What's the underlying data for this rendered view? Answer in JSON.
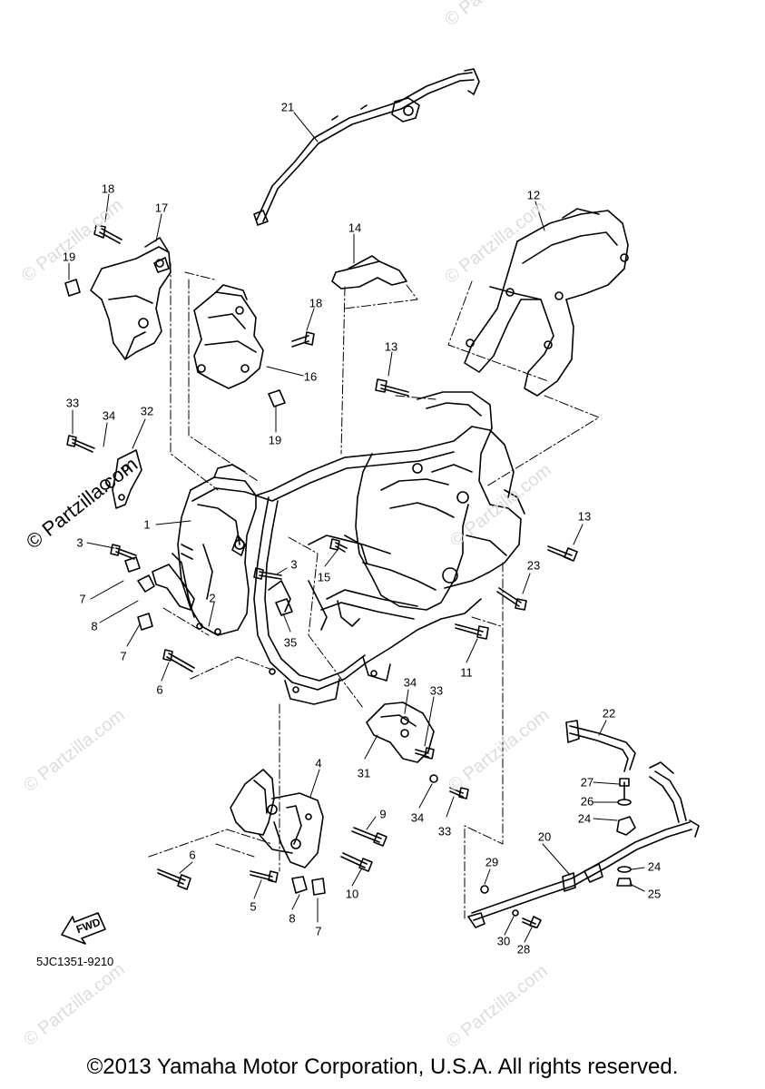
{
  "watermarks": {
    "main": "© Partzilla.com",
    "faint": "© Partzilla.com"
  },
  "callouts": [
    {
      "id": "21",
      "text": "21"
    },
    {
      "id": "18a",
      "text": "18"
    },
    {
      "id": "17",
      "text": "17"
    },
    {
      "id": "19a",
      "text": "19"
    },
    {
      "id": "14",
      "text": "14"
    },
    {
      "id": "12",
      "text": "12"
    },
    {
      "id": "18b",
      "text": "18"
    },
    {
      "id": "16",
      "text": "16"
    },
    {
      "id": "19b",
      "text": "19"
    },
    {
      "id": "13a",
      "text": "13"
    },
    {
      "id": "33a",
      "text": "33"
    },
    {
      "id": "34a",
      "text": "34"
    },
    {
      "id": "32",
      "text": "32"
    },
    {
      "id": "1",
      "text": "1"
    },
    {
      "id": "13b",
      "text": "13"
    },
    {
      "id": "3a",
      "text": "3"
    },
    {
      "id": "3b",
      "text": "3"
    },
    {
      "id": "15",
      "text": "15"
    },
    {
      "id": "23",
      "text": "23"
    },
    {
      "id": "7a",
      "text": "7"
    },
    {
      "id": "2",
      "text": "2"
    },
    {
      "id": "8a",
      "text": "8"
    },
    {
      "id": "7b",
      "text": "7"
    },
    {
      "id": "35",
      "text": "35"
    },
    {
      "id": "11",
      "text": "11"
    },
    {
      "id": "6a",
      "text": "6"
    },
    {
      "id": "34b",
      "text": "34"
    },
    {
      "id": "33b",
      "text": "33"
    },
    {
      "id": "22",
      "text": "22"
    },
    {
      "id": "4",
      "text": "4"
    },
    {
      "id": "31",
      "text": "31"
    },
    {
      "id": "27",
      "text": "27"
    },
    {
      "id": "26",
      "text": "26"
    },
    {
      "id": "24a",
      "text": "24"
    },
    {
      "id": "9",
      "text": "9"
    },
    {
      "id": "34c",
      "text": "34"
    },
    {
      "id": "33c",
      "text": "33"
    },
    {
      "id": "20",
      "text": "20"
    },
    {
      "id": "6b",
      "text": "6"
    },
    {
      "id": "29",
      "text": "29"
    },
    {
      "id": "24b",
      "text": "24"
    },
    {
      "id": "25",
      "text": "25"
    },
    {
      "id": "5",
      "text": "5"
    },
    {
      "id": "8b",
      "text": "8"
    },
    {
      "id": "7c",
      "text": "7"
    },
    {
      "id": "10",
      "text": "10"
    },
    {
      "id": "30",
      "text": "30"
    },
    {
      "id": "28",
      "text": "28"
    }
  ],
  "fwd_label": "FWD",
  "doc_code": "5JC1351-9210",
  "copyright": "©2013 Yamaha Motor Corporation, U.S.A. All rights reserved."
}
